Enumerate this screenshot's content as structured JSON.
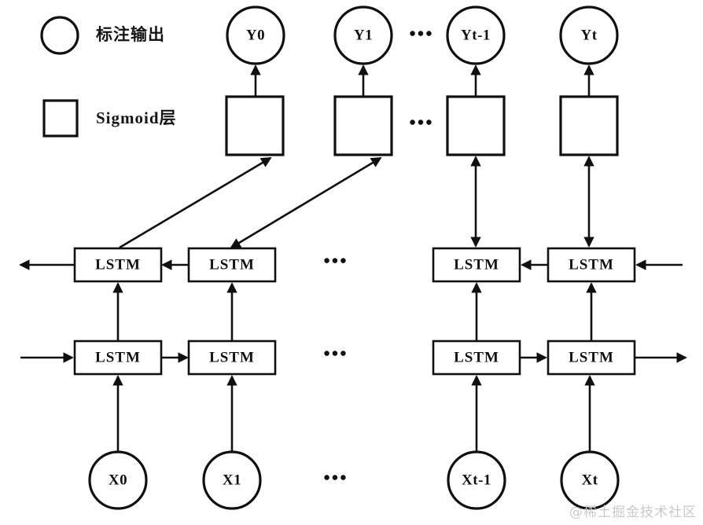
{
  "figure": {
    "type": "bi-directional LSTM sequence labeling architecture diagram",
    "background_color": "#ffffff",
    "line_color": "#101010"
  },
  "legend": {
    "items": [
      {
        "shape": "circle",
        "label": "标注输出"
      },
      {
        "shape": "square",
        "label": "Sigmoid层"
      }
    ]
  },
  "outputs": {
    "row_label": "label output nodes",
    "nodes": [
      {
        "id": "y0",
        "label": "Y0"
      },
      {
        "id": "y1",
        "label": "Y1"
      },
      {
        "id": "yt_minus_1",
        "label": "Yt-1"
      },
      {
        "id": "yt",
        "label": "Yt"
      }
    ],
    "ellipsis": "•••"
  },
  "sigmoid_layer": {
    "row_label": "Sigmoid layer boxes",
    "boxes": [
      {
        "id": "sig0",
        "label": ""
      },
      {
        "id": "sig1",
        "label": ""
      },
      {
        "id": "sig_t_minus_1",
        "label": ""
      },
      {
        "id": "sig_t",
        "label": ""
      }
    ],
    "ellipsis": "•••"
  },
  "backward_lstm": {
    "row_label": "backward LSTM layer",
    "cells": [
      {
        "id": "bw0",
        "label": "LSTM"
      },
      {
        "id": "bw1",
        "label": "LSTM"
      },
      {
        "id": "bw_t_minus_1",
        "label": "LSTM"
      },
      {
        "id": "bw_t",
        "label": "LSTM"
      }
    ],
    "ellipsis": "•••",
    "direction": "right-to-left"
  },
  "forward_lstm": {
    "row_label": "forward LSTM layer",
    "cells": [
      {
        "id": "fw0",
        "label": "LSTM"
      },
      {
        "id": "fw1",
        "label": "LSTM"
      },
      {
        "id": "fw_t_minus_1",
        "label": "LSTM"
      },
      {
        "id": "fw_t",
        "label": "LSTM"
      }
    ],
    "ellipsis": "•••",
    "direction": "left-to-right"
  },
  "inputs": {
    "row_label": "input nodes",
    "nodes": [
      {
        "id": "x0",
        "label": "X0"
      },
      {
        "id": "x1",
        "label": "X1"
      },
      {
        "id": "xt_minus_1",
        "label": "Xt-1"
      },
      {
        "id": "xt",
        "label": "Xt"
      }
    ],
    "ellipsis": "•••"
  },
  "watermark": {
    "text": "@稀土掘金技术社区",
    "color": "#c9c9c9"
  }
}
